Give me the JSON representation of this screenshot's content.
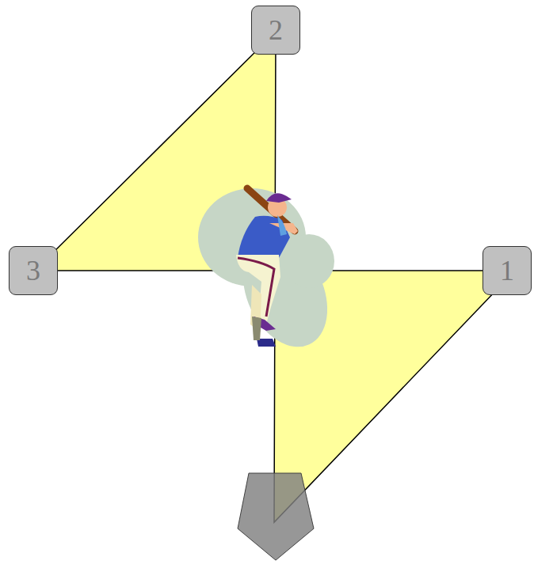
{
  "diagram": {
    "nodes": [
      {
        "text": [
          "2"
        ]
      },
      {
        "text": [
          "3"
        ]
      },
      {
        "text": [
          "1"
        ]
      }
    ]
  }
}
